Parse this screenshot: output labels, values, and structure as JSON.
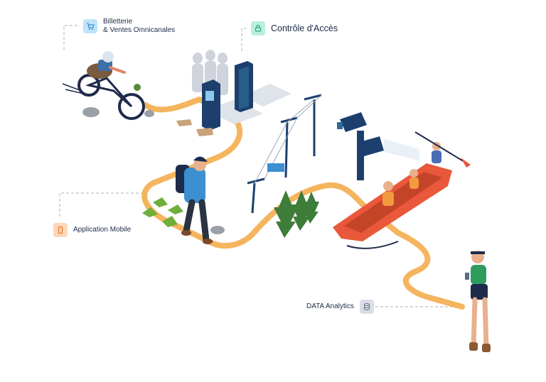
{
  "labels": {
    "ticketing": {
      "line1": "Billetterie",
      "line2": "& Ventes Omnicanales",
      "icon": "cart-icon",
      "color": "#bfe4fb"
    },
    "access": {
      "text": "Contrôle d'Accès",
      "icon": "lock-icon",
      "color": "#b9f0dc"
    },
    "mobile": {
      "text": "Application Mobile",
      "icon": "phone-icon",
      "color": "#fdd7b8"
    },
    "analytics": {
      "text": "DATA Analytics",
      "icon": "database-icon",
      "color": "#d9dde6"
    }
  },
  "colors": {
    "path": "#f4b55e",
    "navy": "#1c3f6e",
    "raft": "#e9583a",
    "tree": "#3e7c3a",
    "steel": "#2d6b96"
  }
}
